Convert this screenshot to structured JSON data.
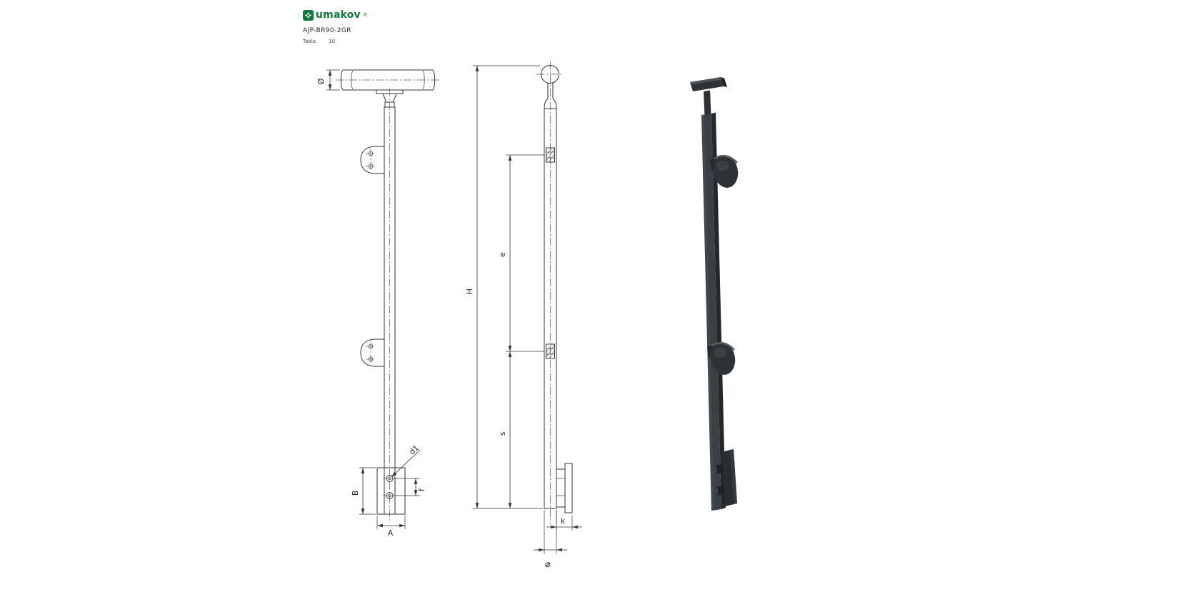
{
  "header": {
    "brand": "umakov",
    "registered_mark": "®",
    "product_code": "AJP-BR90-2GR",
    "scale_label": "Tabla",
    "scale_value": "10"
  },
  "dimensions": {
    "front": {
      "tube_diameter": "Ø",
      "anchor_hole": "d1",
      "plate_height": "B",
      "hole_spacing": "f",
      "plate_width": "A"
    },
    "side": {
      "total_height": "H",
      "clamp_spacing": "e",
      "lower_span": "s",
      "plate_depth": "k",
      "post_section": "⌀"
    }
  },
  "colors": {
    "brand_green": "#0e7b3a",
    "drawing_line": "#333333",
    "render_body": "#3a4046",
    "render_shadow": "#24282c",
    "background": "#ffffff"
  }
}
